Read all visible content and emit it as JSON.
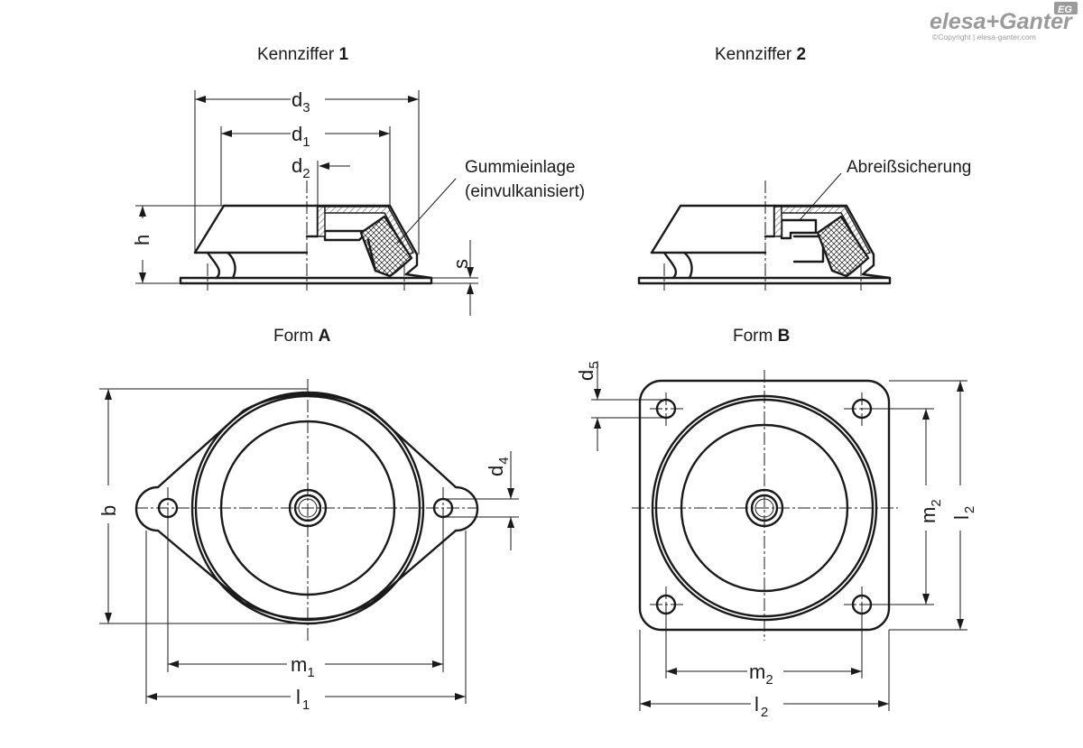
{
  "brand": {
    "logo_text": "elesa+Ganter",
    "logo_badge": "EG",
    "copyright": "©Copyright | elesa-ganter.com",
    "logo_color": "#9a9a9a"
  },
  "views": {
    "kennziffer1": {
      "prefix": "Kennziffer",
      "number": "1"
    },
    "kennziffer2": {
      "prefix": "Kennziffer",
      "number": "2"
    },
    "formA": {
      "prefix": "Form",
      "letter": "A"
    },
    "formB": {
      "prefix": "Form",
      "letter": "B"
    }
  },
  "callouts": {
    "gummieinlage_line1": "Gummieinlage",
    "gummieinlage_line2": "(einvulkanisiert)",
    "abreiss": "Abreißsicherung"
  },
  "dimensions": {
    "d3": {
      "base": "d",
      "sub": "3"
    },
    "d1": {
      "base": "d",
      "sub": "1"
    },
    "d2": {
      "base": "d",
      "sub": "2"
    },
    "h": {
      "base": "h"
    },
    "s": {
      "base": "s"
    },
    "b": {
      "base": "b"
    },
    "d4": {
      "base": "d",
      "sub": "4"
    },
    "m1": {
      "base": "m",
      "sub": "1"
    },
    "l1": {
      "base": "l",
      "sub": "1"
    },
    "d5": {
      "base": "d",
      "sub": "5"
    },
    "m2_vertical": {
      "base": "m",
      "sub": "2"
    },
    "l2_vertical": {
      "base": "l",
      "sub": "2"
    },
    "m2": {
      "base": "m",
      "sub": "2"
    },
    "l2": {
      "base": "l",
      "sub": "2"
    }
  }
}
